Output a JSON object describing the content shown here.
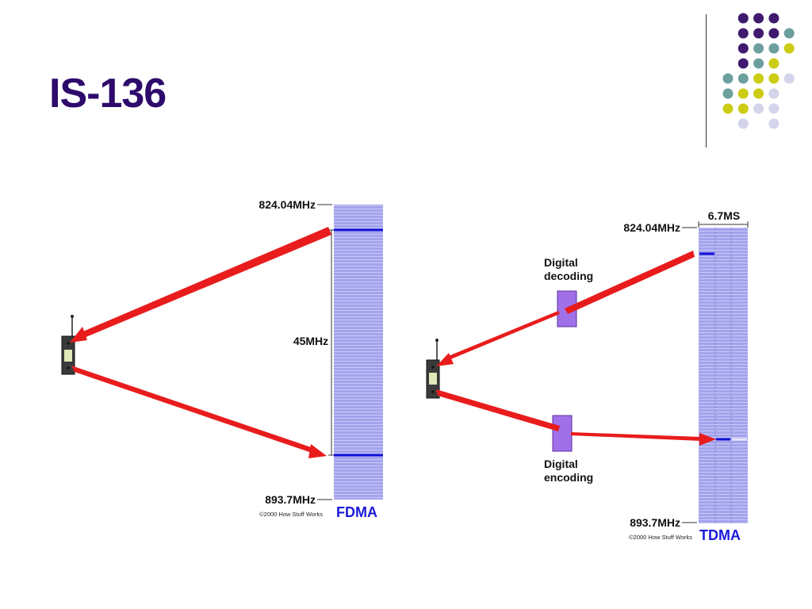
{
  "slide": {
    "title": "IS-136",
    "colors": {
      "title": "#2d0a6b",
      "purple": "#3f1a6e",
      "teal": "#6e9f9f",
      "yellow": "#cccc14",
      "lavender": "#d4d4ea"
    }
  },
  "fdma": {
    "top_freq": "824.04MHz",
    "gap": "45MHz",
    "bottom_freq": "893.7MHz",
    "copyright": "©2000 How Stuff Works",
    "label": "FDMA"
  },
  "tdma": {
    "slot_time": "6.7MS",
    "top_freq": "824.04MHz",
    "decoding": [
      "Digital",
      "decoding"
    ],
    "encoding": [
      "Digital",
      "encoding"
    ],
    "bottom_freq": "893.7MHz",
    "copyright": "©2000 How Stuff Works",
    "label": "TDMA"
  }
}
